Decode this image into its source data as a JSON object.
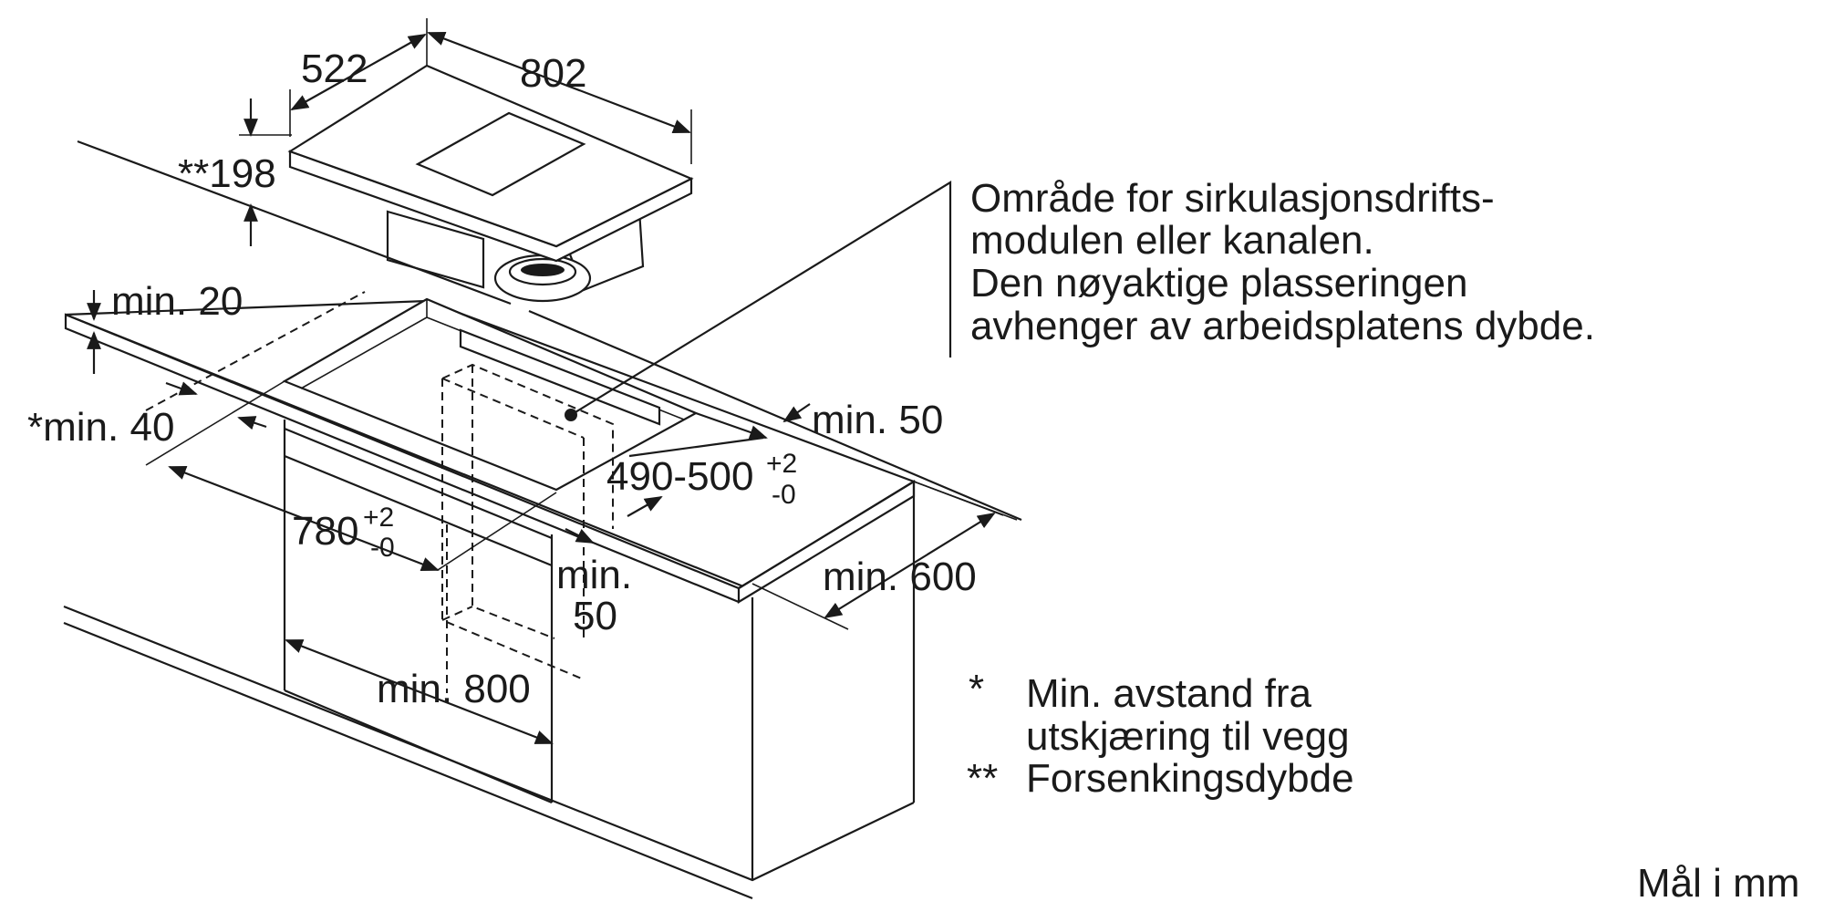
{
  "dimensions": {
    "hob_depth": "522",
    "hob_width": "802",
    "recess_depth": "**198",
    "min_20": "min. 20",
    "min_40": "*min. 40",
    "min_50_right": "min. 50",
    "cutout_depth_base": "490-500",
    "cutout_depth_plus": "+2",
    "cutout_depth_minus": "-0",
    "cutout_width_base": "780",
    "cutout_width_plus": "+2",
    "cutout_width_minus": "-0",
    "min_50_front_line1": "min.",
    "min_50_front_line2": "50",
    "min_600": "min. 600",
    "min_800": "min. 800"
  },
  "callout": {
    "line1": "Område for sirkulasjonsdrifts-",
    "line2": "modulen eller kanalen.",
    "line3": "Den nøyaktige plasseringen",
    "line4": "avhenger av arbeidsplatens dybde."
  },
  "footnotes": {
    "star1_mark": "*",
    "star1_line1": "Min. avstand fra",
    "star1_line2": "utskjæring til vegg",
    "star2_mark": "**",
    "star2_text": "Forsenkingsdybde"
  },
  "unit_note": "Mål i mm"
}
